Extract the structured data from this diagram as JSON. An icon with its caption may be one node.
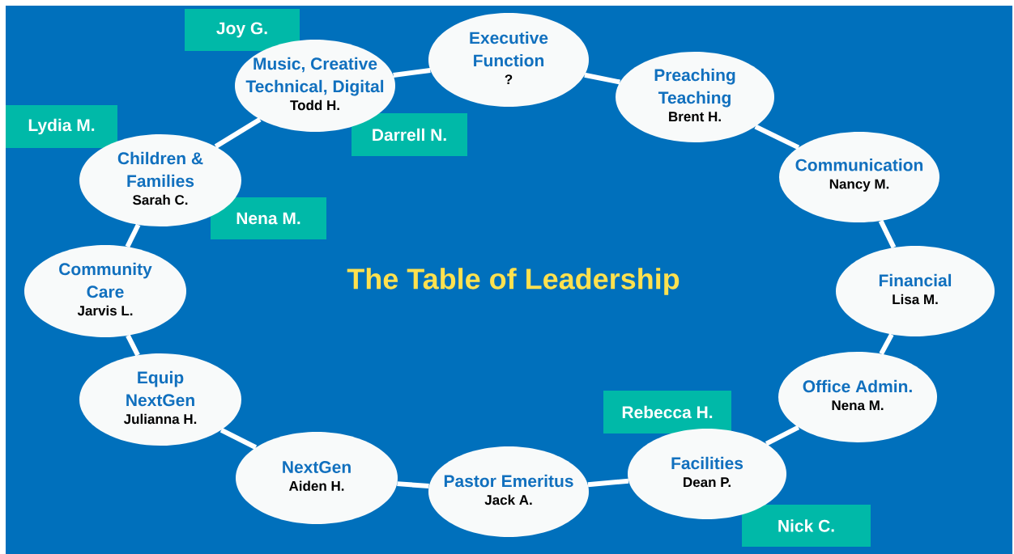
{
  "diagram": {
    "title": "The Table of Leadership",
    "nodes": [
      {
        "text": [
          "Executive Function",
          "?"
        ]
      },
      {
        "text": [
          "Preaching Teaching",
          "Brent H."
        ]
      },
      {
        "text": [
          "Communication",
          "Nancy M."
        ]
      },
      {
        "text": [
          "Financial",
          "Lisa M."
        ]
      },
      {
        "text": [
          "Office Admin.",
          "Nena M."
        ]
      },
      {
        "text": [
          "Facilities",
          "Dean P."
        ]
      },
      {
        "text": [
          "Pastor Emeritus",
          "Jack A."
        ]
      },
      {
        "text": [
          "NextGen",
          "Aiden H."
        ]
      },
      {
        "text": [
          "Equip NextGen",
          "Julianna H."
        ]
      },
      {
        "text": [
          "Community Care",
          "Jarvis L."
        ]
      },
      {
        "text": [
          "Children & Families",
          "Sarah C."
        ]
      },
      {
        "text": [
          "Music, Creative Technical, Digital",
          "Todd H."
        ]
      },
      {
        "text": [
          "Joy G."
        ]
      },
      {
        "text": [
          "Lydia M."
        ]
      },
      {
        "text": [
          "Darrell N."
        ]
      },
      {
        "text": [
          "Nena M."
        ]
      },
      {
        "text": [
          "Rebecca H."
        ]
      },
      {
        "text": [
          "Nick C."
        ]
      }
    ],
    "edges": [
      {
        "from": 0,
        "to": 1,
        "arrow": "none"
      },
      {
        "from": 1,
        "to": 2,
        "arrow": "none"
      },
      {
        "from": 2,
        "to": 3,
        "arrow": "none"
      },
      {
        "from": 3,
        "to": 4,
        "arrow": "none"
      },
      {
        "from": 4,
        "to": 5,
        "arrow": "none"
      },
      {
        "from": 5,
        "to": 6,
        "arrow": "none"
      },
      {
        "from": 6,
        "to": 7,
        "arrow": "none"
      },
      {
        "from": 7,
        "to": 8,
        "arrow": "none"
      },
      {
        "from": 8,
        "to": 9,
        "arrow": "none"
      },
      {
        "from": 9,
        "to": 10,
        "arrow": "none"
      },
      {
        "from": 10,
        "to": 11,
        "arrow": "none"
      },
      {
        "from": 11,
        "to": 0,
        "arrow": "none"
      }
    ]
  }
}
